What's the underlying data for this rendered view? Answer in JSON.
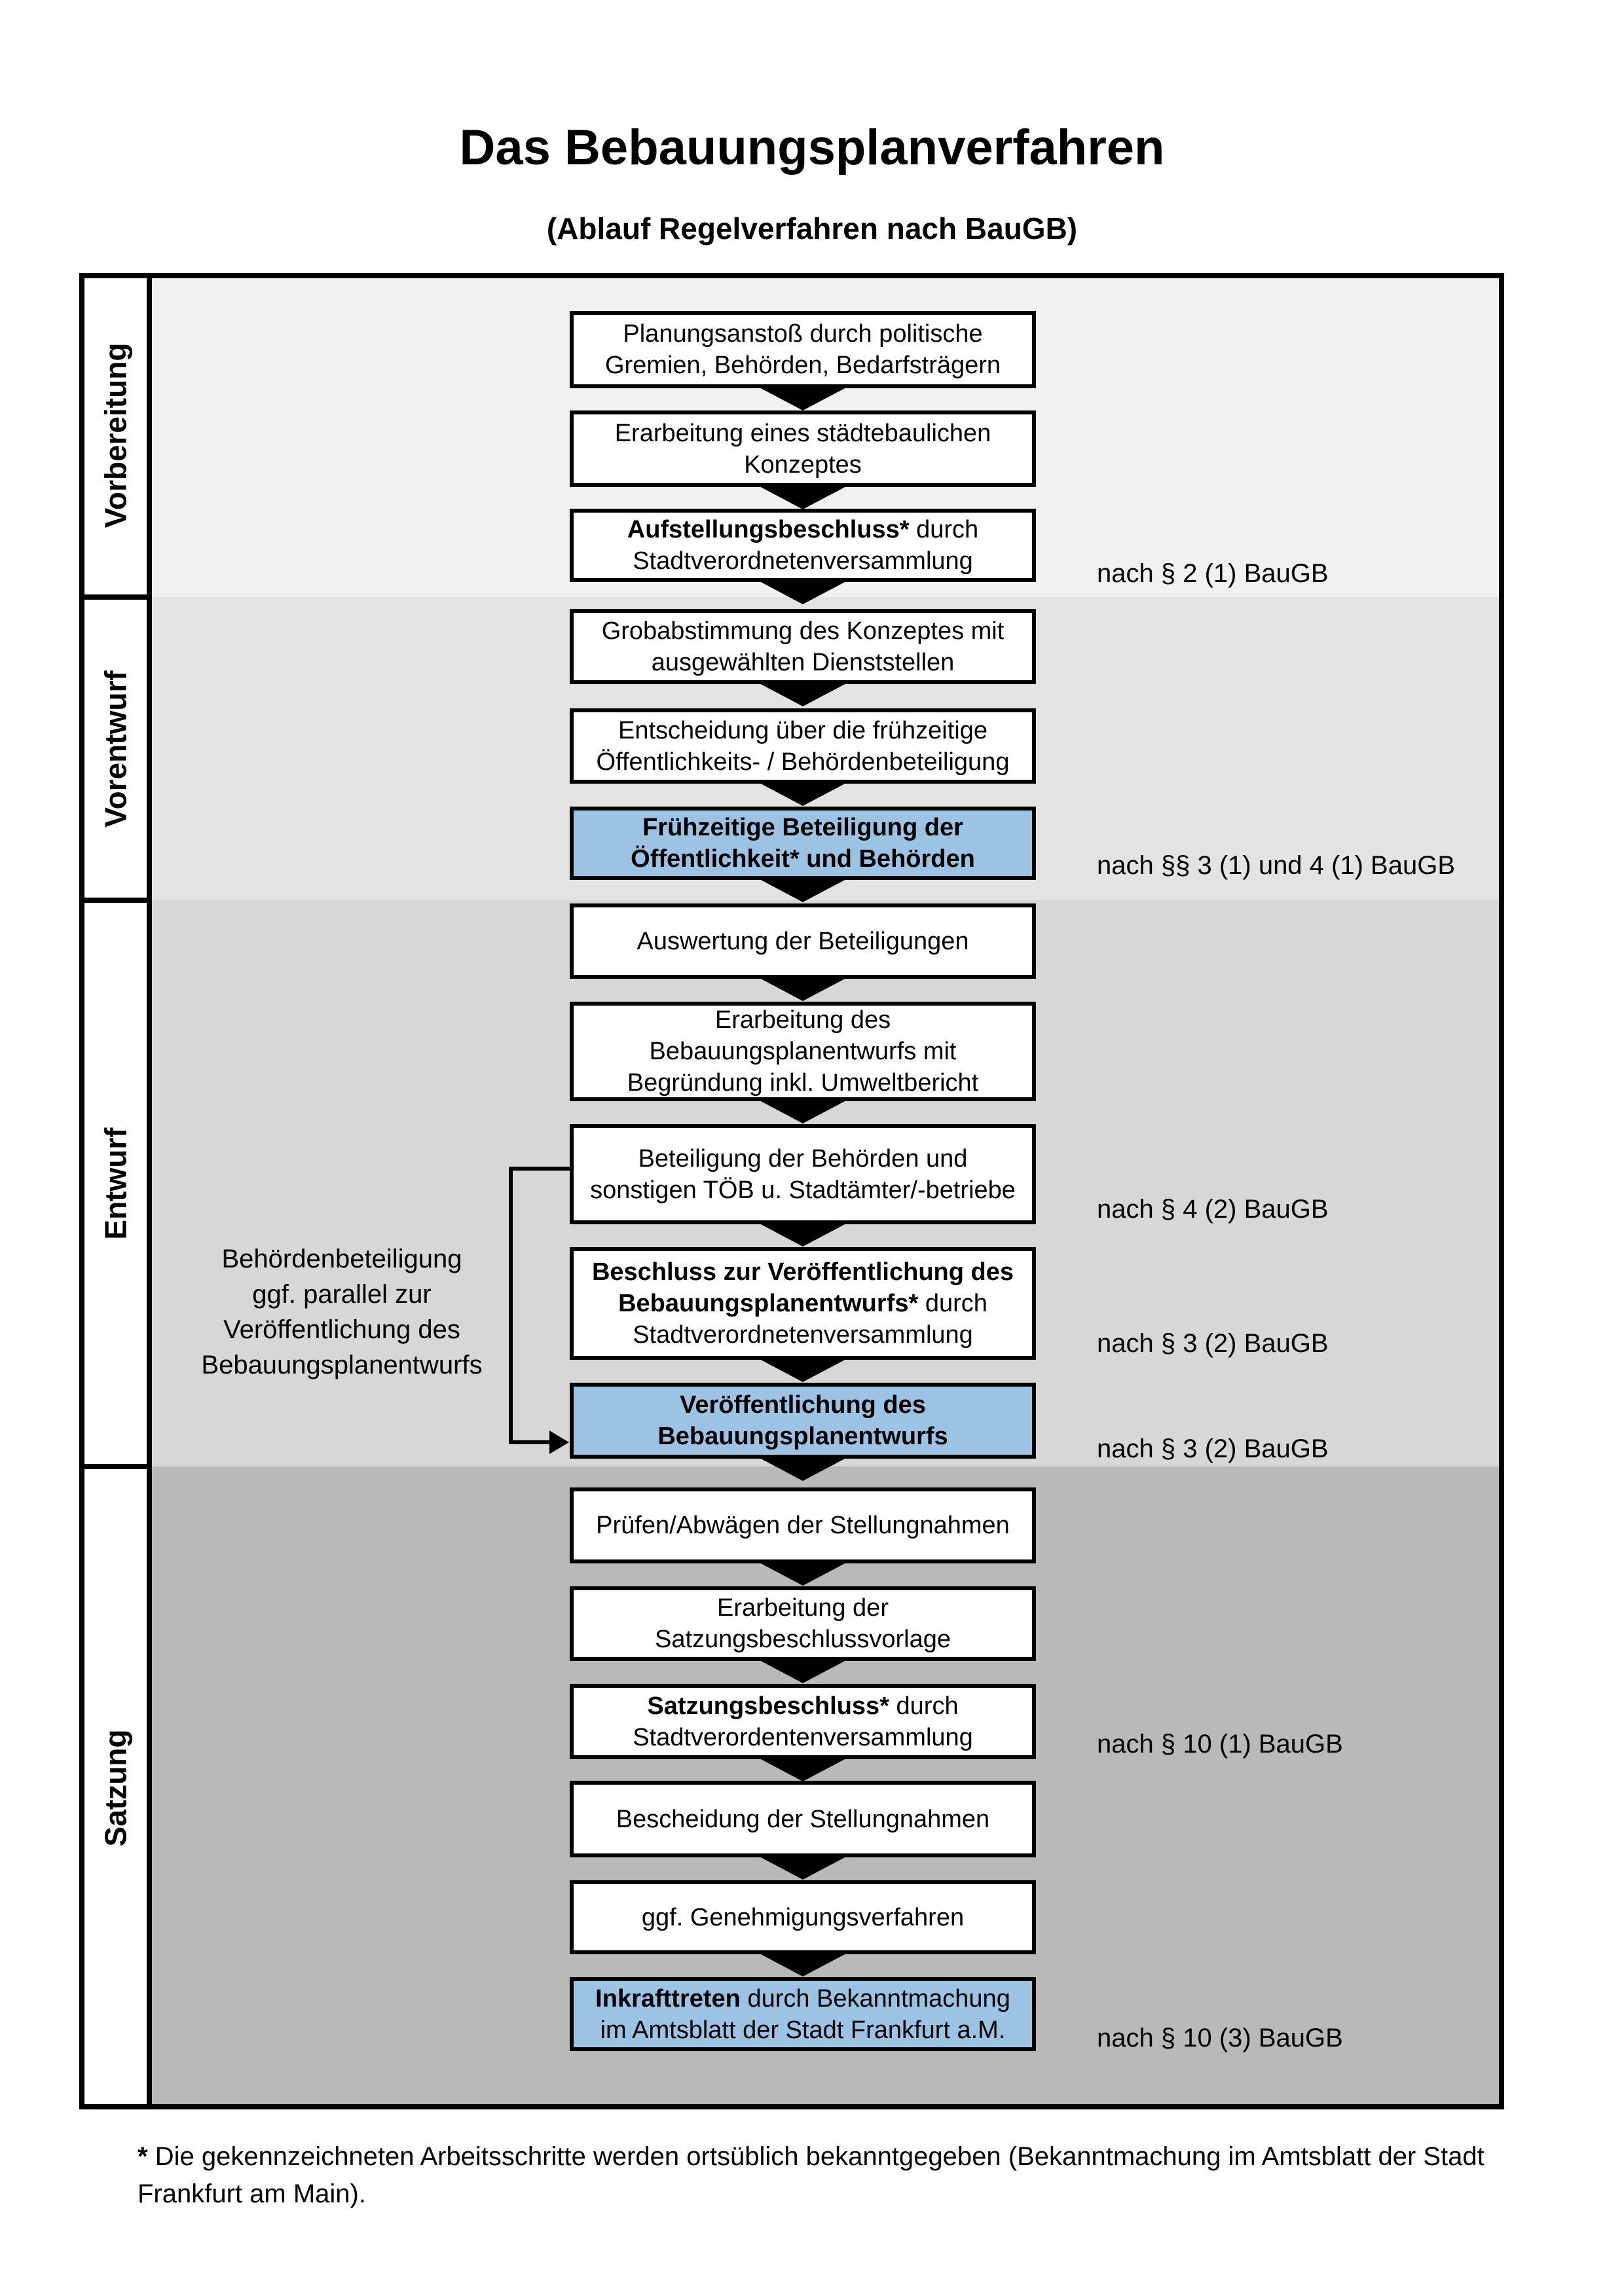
{
  "page": {
    "title": "Das Bebauungsplanverfahren",
    "subtitle": "(Ablauf Regelverfahren nach BauGB)"
  },
  "phases": [
    {
      "label": "Vorbereitung"
    },
    {
      "label": "Vorentwurf"
    },
    {
      "label": "Entwurf"
    },
    {
      "label": "Satzung"
    }
  ],
  "steps": [
    {
      "bold": "",
      "rest": "Planungsanstoß durch politische\nGremien, Behörden, Bedarfsträgern",
      "highlighted": false
    },
    {
      "bold": "",
      "rest": "Erarbeitung eines städtebaulichen\nKonzeptes",
      "highlighted": false
    },
    {
      "bold": "Aufstellungsbeschluss*",
      "rest": " durch\nStadtverordnetenversammlung",
      "highlighted": false
    },
    {
      "bold": "",
      "rest": "Grobabstimmung des Konzeptes mit\nausgewählten Dienststellen",
      "highlighted": false
    },
    {
      "bold": "",
      "rest": "Entscheidung über die frühzeitige\nÖffentlichkeits- / Behördenbeteiligung",
      "highlighted": false
    },
    {
      "bold": "Frühzeitige Beteiligung der\nÖffentlichkeit* und Behörden",
      "rest": "",
      "highlighted": true
    },
    {
      "bold": "",
      "rest": "Auswertung der Beteiligungen",
      "highlighted": false
    },
    {
      "bold": "",
      "rest": "Erarbeitung des\nBebauungsplanentwurfs mit\nBegründung inkl. Umweltbericht",
      "highlighted": false
    },
    {
      "bold": "",
      "rest": "Beteiligung der Behörden und\nsonstigen TÖB u. Stadtämter/-betriebe",
      "highlighted": false
    },
    {
      "bold": "Beschluss zur Veröffentlichung des\nBebauungsplanentwurfs*",
      "rest": " durch\nStadtverordnetenversammlung",
      "highlighted": false
    },
    {
      "bold": "Veröffentlichung des\nBebauungsplanentwurfs",
      "rest": "",
      "highlighted": true
    },
    {
      "bold": "",
      "rest": "Prüfen/Abwägen der Stellungnahmen",
      "highlighted": false
    },
    {
      "bold": "",
      "rest": "Erarbeitung der\nSatzungsbeschlussvorlage",
      "highlighted": false
    },
    {
      "bold": "Satzungsbeschluss*",
      "rest": " durch\nStadtverordentenversammlung",
      "highlighted": false
    },
    {
      "bold": "",
      "rest": "Bescheidung der Stellungnahmen",
      "highlighted": false
    },
    {
      "bold": "",
      "rest": "ggf. Genehmigungsverfahren",
      "highlighted": false
    },
    {
      "bold": "Inkrafttreten",
      "rest": " durch Bekanntmachung\nim Amtsblatt der Stadt Frankfurt a.M.",
      "highlighted": true
    }
  ],
  "references": [
    {
      "text": "nach § 2 (1) BauGB"
    },
    {
      "text": "nach §§ 3 (1) und 4 (1) BauGB"
    },
    {
      "text": "nach § 4 (2) BauGB"
    },
    {
      "text": "nach § 3 (2) BauGB"
    },
    {
      "text": "nach § 3 (2) BauGB"
    },
    {
      "text": "nach § 10 (1) BauGB"
    },
    {
      "text": "nach § 10 (3) BauGB"
    }
  ],
  "annotation": {
    "text": "Behördenbeteiligung\nggf. parallel zur\nVeröffentlichung des\nBebauungsplanentwurfs"
  },
  "footnote": {
    "star": "*",
    "text": " Die gekennzeichneten Arbeitsschritte werden ortsüblich bekanntgegeben (Bekanntmachung im Amtsblatt  der Stadt\nFrankfurt am Main)."
  },
  "colors": {
    "highlight_blue": "#9dc3e4",
    "band_vorbereitung": "#f1f1f1",
    "band_vorentwurf": "#e3e3e3",
    "band_entwurf": "#d7d7d7",
    "band_satzung": "#b9b9b9",
    "border_black": "#000000"
  }
}
